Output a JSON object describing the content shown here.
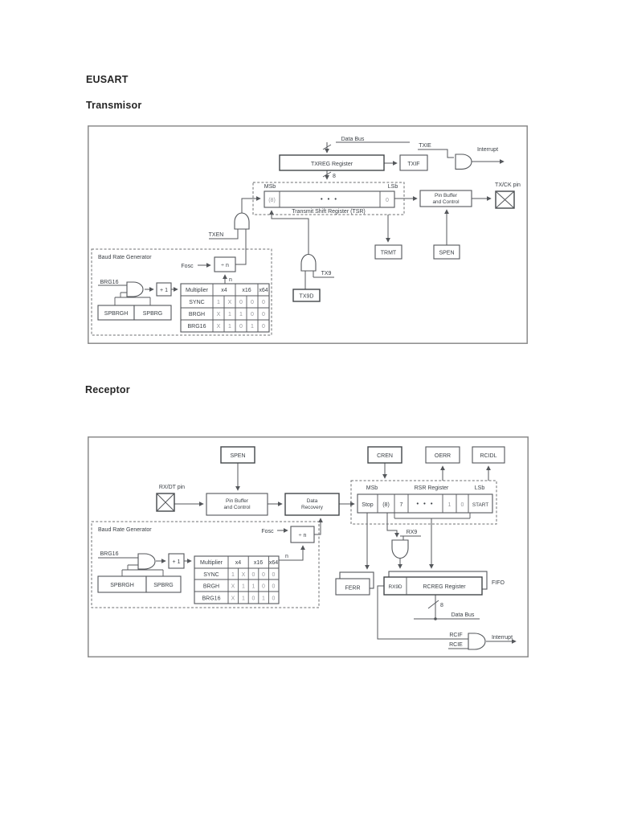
{
  "page": {
    "title": "EUSART",
    "section_transmitter": "Transmisor",
    "section_receiver": "Receptor"
  },
  "shared": {
    "brg_title": "Baud Rate Generator",
    "fosc": "Fosc",
    "div_n": "÷ n",
    "n": "n",
    "brg16": "BRG16",
    "plus_one": "+ 1",
    "spbrgh": "SPBRGH",
    "spbrg": "SPBRG",
    "table": {
      "col_multiplier": "Multiplier",
      "col_x4": "x4",
      "col_x16": "x16",
      "col_x64": "x64",
      "rows": [
        {
          "label": "SYNC",
          "values": [
            "1",
            "X",
            "0",
            "0",
            "0"
          ]
        },
        {
          "label": "BRGH",
          "values": [
            "X",
            "1",
            "1",
            "0",
            "0"
          ]
        },
        {
          "label": "BRG16",
          "values": [
            "X",
            "1",
            "0",
            "1",
            "0"
          ]
        }
      ]
    }
  },
  "transmitter": {
    "labels": {
      "data_bus": "Data Bus",
      "txreg": "TXREG Register",
      "txif": "TXIF",
      "txie": "TXIE",
      "interrupt": "Interrupt",
      "bus_width": "8",
      "msb": "MSb",
      "lsb": "LSb",
      "bit8": "(8)",
      "dots": "•  •  •",
      "bit0": "0",
      "tsr_caption": "Transmit Shift Register (TSR)",
      "pin_buffer_line1": "Pin Buffer",
      "pin_buffer_line2": "and Control",
      "txck_pin": "TX/CK pin",
      "trmt": "TRMT",
      "spen": "SPEN",
      "txen": "TXEN",
      "tx9": "TX9",
      "tx9d": "TX9D"
    }
  },
  "receiver": {
    "labels": {
      "spen": "SPEN",
      "cren": "CREN",
      "oerr": "OERR",
      "rcidl": "RCIDL",
      "rxdt_pin": "RX/DT pin",
      "pin_buffer_line1": "Pin Buffer",
      "pin_buffer_line2": "and Control",
      "data_recovery_line1": "Data",
      "data_recovery_line2": "Recovery",
      "msb": "MSb",
      "rsr_title": "RSR Register",
      "lsb": "LSb",
      "stop": "Stop",
      "bit8": "(8)",
      "bit7": "7",
      "dots": "•  •  •",
      "bit1": "1",
      "bit0": "0",
      "start": "START",
      "rx9": "RX9",
      "ferr": "FERR",
      "rx9d": "RX9D",
      "rcreg": "RCREG Register",
      "fifo": "FIFO",
      "bus_width": "8",
      "data_bus": "Data Bus",
      "rcif": "RCIF",
      "rcie": "RCIE",
      "interrupt": "Interrupt"
    }
  }
}
